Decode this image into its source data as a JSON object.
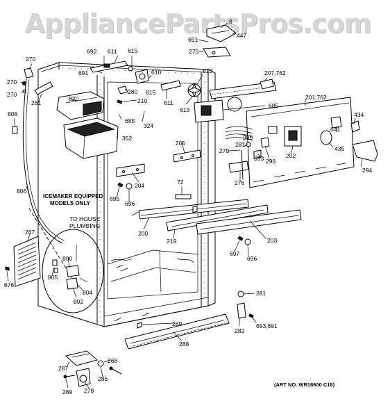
{
  "watermark": "AppliancePartsPros.com",
  "art_number": "(ART NO. WR18600 C18)",
  "notes": {
    "icemaker_line1": "ICEMAKER EQUIPPED",
    "icemaker_line2": "MODELS ONLY",
    "house_line1": "TO HOUSE",
    "house_line2": "PLUMBING"
  },
  "labels": {
    "p8": "8",
    "p447": "447",
    "p691a": "691",
    "p275": "275",
    "p692": "692",
    "p611a": "611",
    "p615a": "615",
    "p610": "610",
    "p691b": "691",
    "p615b": "615",
    "p613a": "613",
    "p207": "207,762",
    "p270a": "270",
    "p270b": "270",
    "p270c": "270",
    "p261": "261",
    "p820": "820",
    "p280": "280",
    "p210": "210",
    "p611b": "611",
    "p613b": "613",
    "p685a": "685",
    "p201": "201,762",
    "p808": "808",
    "p685b": "685",
    "p324": "324",
    "p352": "352",
    "p434": "434",
    "p641": "641",
    "p295": "295",
    "p281a": "281",
    "p435": "435",
    "p279": "279",
    "p693": "693",
    "p296": "296",
    "p202": "202",
    "p205": "205",
    "p294": "294",
    "p204": "204",
    "p276": "276",
    "p806": "806",
    "p695": "695",
    "p696a": "696",
    "p72": "72",
    "p200": "200",
    "p219": "219",
    "p203": "203",
    "p267": "267",
    "p697": "697",
    "p696b": "696",
    "p800": "800",
    "p805": "805",
    "p804": "804",
    "p676": "676",
    "p802": "802",
    "p281b": "281",
    "p289": "289",
    "p282": "282",
    "p693b": "693,691",
    "p288": "288",
    "p268": "268",
    "p287": "287",
    "p286": "286",
    "p269": "269",
    "p278": "278"
  }
}
